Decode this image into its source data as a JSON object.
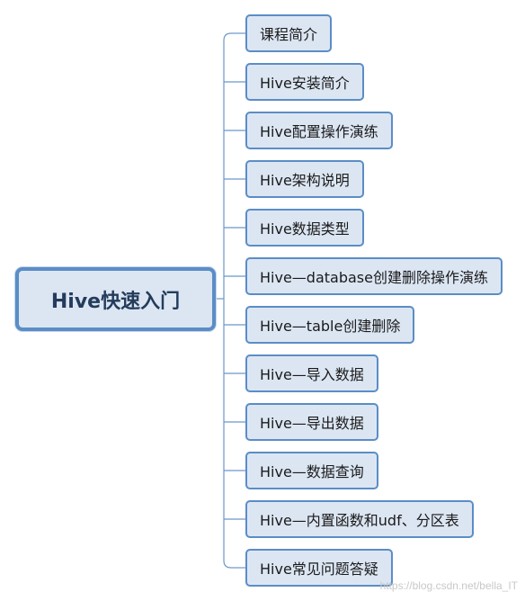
{
  "root": {
    "label": "Hive快速入门"
  },
  "branches": [
    {
      "label": "课程简介"
    },
    {
      "label": "Hive安装简介"
    },
    {
      "label": "Hive配置操作演练"
    },
    {
      "label": "Hive架构说明"
    },
    {
      "label": "Hive数据类型"
    },
    {
      "label": "Hive—database创建删除操作演练"
    },
    {
      "label": "Hive—table创建删除"
    },
    {
      "label": "Hive—导入数据"
    },
    {
      "label": "Hive—导出数据"
    },
    {
      "label": "Hive—数据查询"
    },
    {
      "label": "Hive—内置函数和udf、分区表"
    },
    {
      "label": "Hive常见问题答疑"
    }
  ],
  "watermark": "https://blog.csdn.net/bella_IT",
  "colors": {
    "node_fill": "#dce6f3",
    "node_border": "#5b8dc6",
    "connector": "#6b96c9"
  }
}
